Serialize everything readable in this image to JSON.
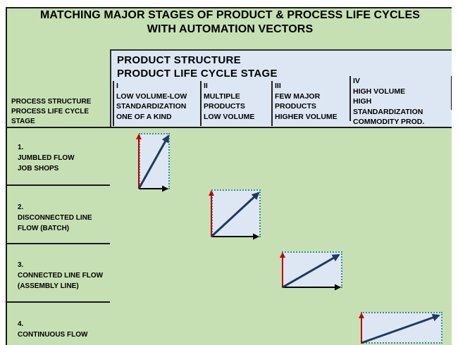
{
  "title": {
    "line1": "MATCHING MAJOR STAGES OF PRODUCT & PROCESS LIFE CYCLES",
    "line2": "WITH AUTOMATION VECTORS"
  },
  "product_header": {
    "line1": "PRODUCT STRUCTURE",
    "line2": "PRODUCT LIFE CYCLE STAGE",
    "stages": [
      {
        "numeral": "I",
        "lines": [
          "LOW VOLUME-LOW",
          "STANDARDIZATION",
          "ONE OF A KIND"
        ]
      },
      {
        "numeral": "II",
        "lines": [
          "MULTIPLE",
          "PRODUCTS",
          "LOW VOLUME"
        ]
      },
      {
        "numeral": "III",
        "lines": [
          "FEW MAJOR",
          "PRODUCTS",
          "HIGHER VOLUME"
        ]
      },
      {
        "numeral": "IV",
        "lines": [
          "HIGH VOLUME",
          "HIGH",
          "STANDARDIZATION",
          "COMMODITY PROD."
        ]
      }
    ]
  },
  "process_header": {
    "line1": "PROCESS  STRUCTURE",
    "line2": "PROCESS LIFE CYCLE",
    "line3": "STAGE"
  },
  "process_stages": [
    {
      "number": "1.",
      "lines": [
        "JUMBLED FLOW",
        "JOB SHOPS"
      ]
    },
    {
      "number": "2.",
      "lines": [
        "DISCONNECTED LINE",
        "FLOW (BATCH)"
      ]
    },
    {
      "number": "3.",
      "lines": [
        "CONNECTED LINE FLOW",
        "(ASSEMBLY LINE)"
      ]
    },
    {
      "number": "4.",
      "lines": [
        "CONTINUOUS FLOW"
      ]
    }
  ],
  "colors": {
    "background": "#c6e0b4",
    "cell_fill": "#dde7f3",
    "vertical_vector": "#c00000",
    "horizontal_vector": "#000000",
    "resultant_vector": "#1f3864",
    "cell_border": "#3a8a8a"
  }
}
